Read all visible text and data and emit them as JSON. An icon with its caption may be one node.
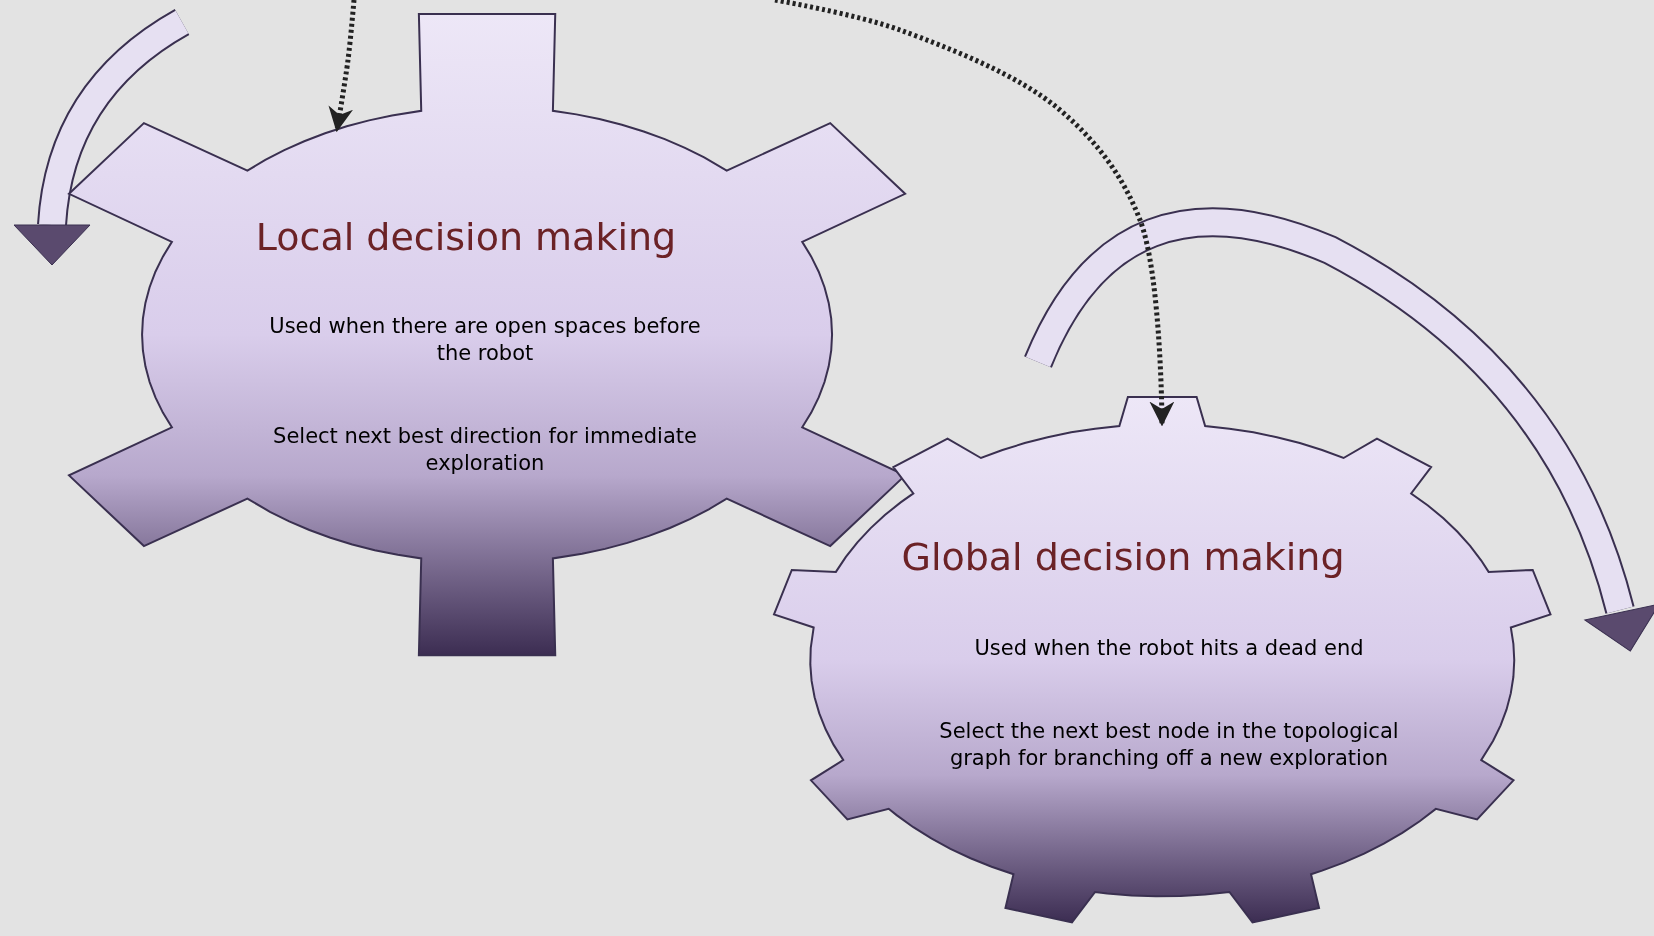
{
  "diagram": {
    "nodes": [
      {
        "text": [
          "Local decision making",
          "Used when there are open spaces before the robot",
          "Select next best direction for immediate exploration"
        ]
      },
      {
        "text": [
          "Global decision making",
          "Used when the robot hits a dead end",
          "Select the next best node in the topological graph for branching off a new exploration"
        ]
      }
    ],
    "edges": [
      {
        "from": null,
        "to": 0,
        "arrow": "to",
        "style": "dashed"
      },
      {
        "from": null,
        "to": 1,
        "arrow": "to",
        "style": "dashed"
      }
    ]
  }
}
